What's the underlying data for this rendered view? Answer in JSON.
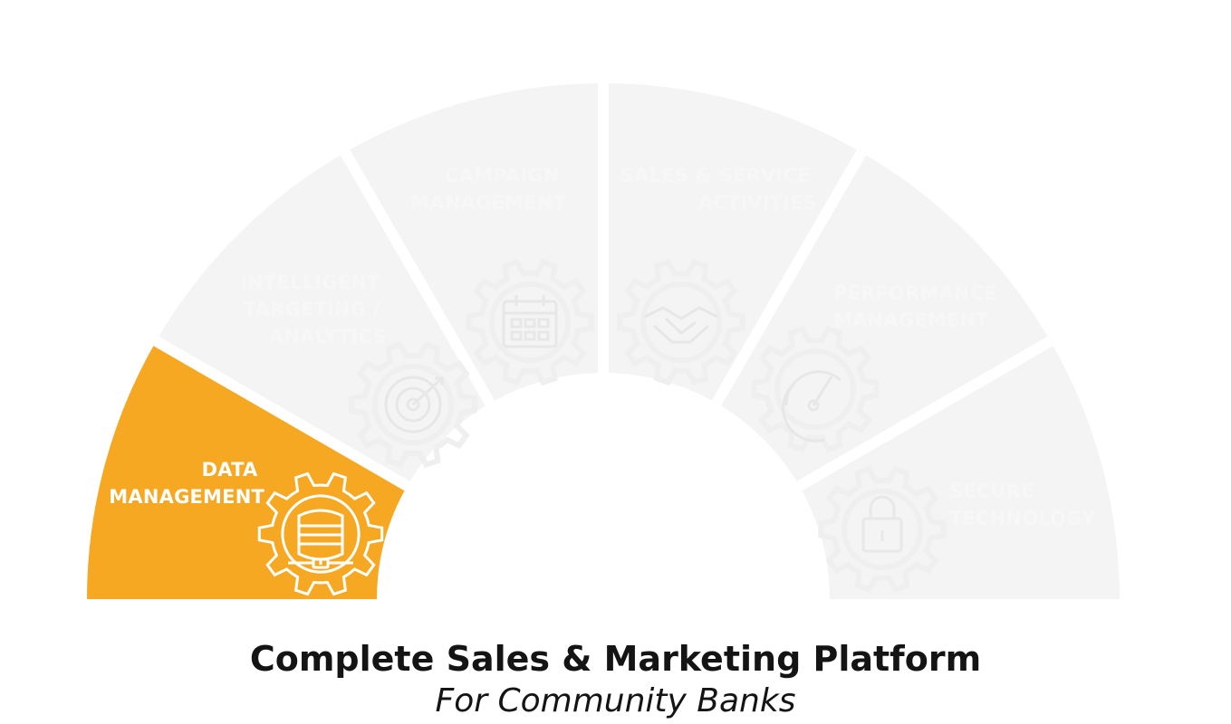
{
  "diagram": {
    "colors": {
      "active": "#f7a823",
      "inactive": "#f4f4f4",
      "gear_inactive": "#efefef",
      "label_inactive": "#f8f8f8",
      "label_active": "#ffffff"
    },
    "segments": [
      {
        "id": "data-management",
        "lines": [
          "DATA",
          "MANAGEMENT"
        ],
        "icon": "database-icon",
        "active": true
      },
      {
        "id": "intelligent-targeting",
        "lines": [
          "INTELLIGENT",
          "TARGETING /",
          "ANALYTICS"
        ],
        "icon": "target-icon",
        "active": false
      },
      {
        "id": "campaign-management",
        "lines": [
          "CAMPAIGN",
          "MANAGEMENT"
        ],
        "icon": "calendar-icon",
        "active": false
      },
      {
        "id": "sales-service",
        "lines": [
          "SALES & SERVICE",
          "ACTIVITIES"
        ],
        "icon": "handshake-icon",
        "active": false
      },
      {
        "id": "performance-management",
        "lines": [
          "PERFORMANCE",
          "MANAGEMENT"
        ],
        "icon": "gauge-icon",
        "active": false
      },
      {
        "id": "secure-technology",
        "lines": [
          "SECURE",
          "TECHNOLOGY"
        ],
        "icon": "lock-icon",
        "active": false
      }
    ]
  },
  "caption": {
    "title": "Complete Sales & Marketing Platform",
    "subtitle": "For Community Banks"
  }
}
